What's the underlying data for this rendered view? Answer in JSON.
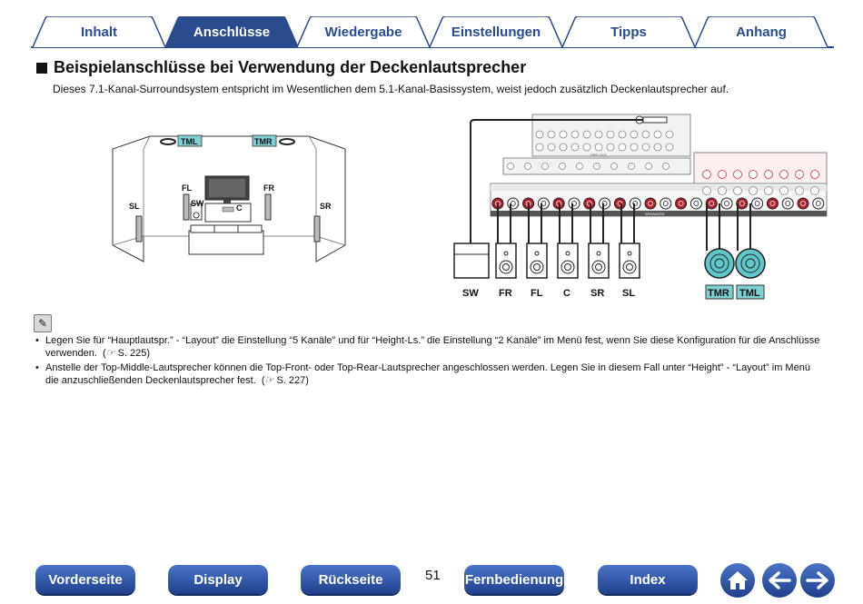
{
  "tabs": [
    {
      "label": "Inhalt",
      "active": false
    },
    {
      "label": "Anschlüsse",
      "active": true
    },
    {
      "label": "Wiedergabe",
      "active": false
    },
    {
      "label": "Einstellungen",
      "active": false
    },
    {
      "label": "Tipps",
      "active": false
    },
    {
      "label": "Anhang",
      "active": false
    }
  ],
  "section": {
    "title": "Beispielanschlüsse bei Verwendung der Deckenlautsprecher",
    "intro": "Dieses 7.1-Kanal-Surroundsystem entspricht im Wesentlichen dem 5.1-Kanal-Basissystem, weist jedoch zusätzlich Deckenlautsprecher auf."
  },
  "room_diagram": {
    "labels": {
      "tml": "TML",
      "tmr": "TMR",
      "fl": "FL",
      "fr": "FR",
      "sl": "SL",
      "sr": "SR",
      "sw": "SW",
      "c": "C"
    }
  },
  "connection_diagram": {
    "speakers": [
      "SW",
      "FR",
      "FL",
      "C",
      "SR",
      "SL"
    ],
    "ceiling": [
      "TMR",
      "TML"
    ],
    "panel_labels": {
      "speakers": "SPEAKERS",
      "pre_out": "PRE OUT"
    }
  },
  "notes": [
    {
      "text": "Legen Sie für “Hauptlautspr.” - “Layout” die Einstellung “5 Kanäle” und für “Height-Ls.” die Einstellung “2 Kanäle” im Menü fest, wenn Sie diese Konfiguration für die Anschlüsse verwenden.",
      "ref": "S. 225"
    },
    {
      "text": "Anstelle der Top-Middle-Lautsprecher können die Top-Front- oder Top-Rear-Lautsprecher angeschlossen werden. Legen Sie in diesem Fall unter “Height” - “Layout” im Menü die anzuschließenden Deckenlautsprecher fest.",
      "ref": "S. 227"
    }
  ],
  "footer": {
    "buttons": [
      "Vorderseite",
      "Display",
      "Rückseite",
      "Fernbedienung",
      "Index"
    ],
    "page_number": "51",
    "icons": [
      "home-icon",
      "back-arrow-icon",
      "forward-arrow-icon"
    ]
  },
  "colors": {
    "brand": "#2a4c8f",
    "ceiling_speaker": "#5fc6c9",
    "speaker_terminal": "#b5202e"
  }
}
